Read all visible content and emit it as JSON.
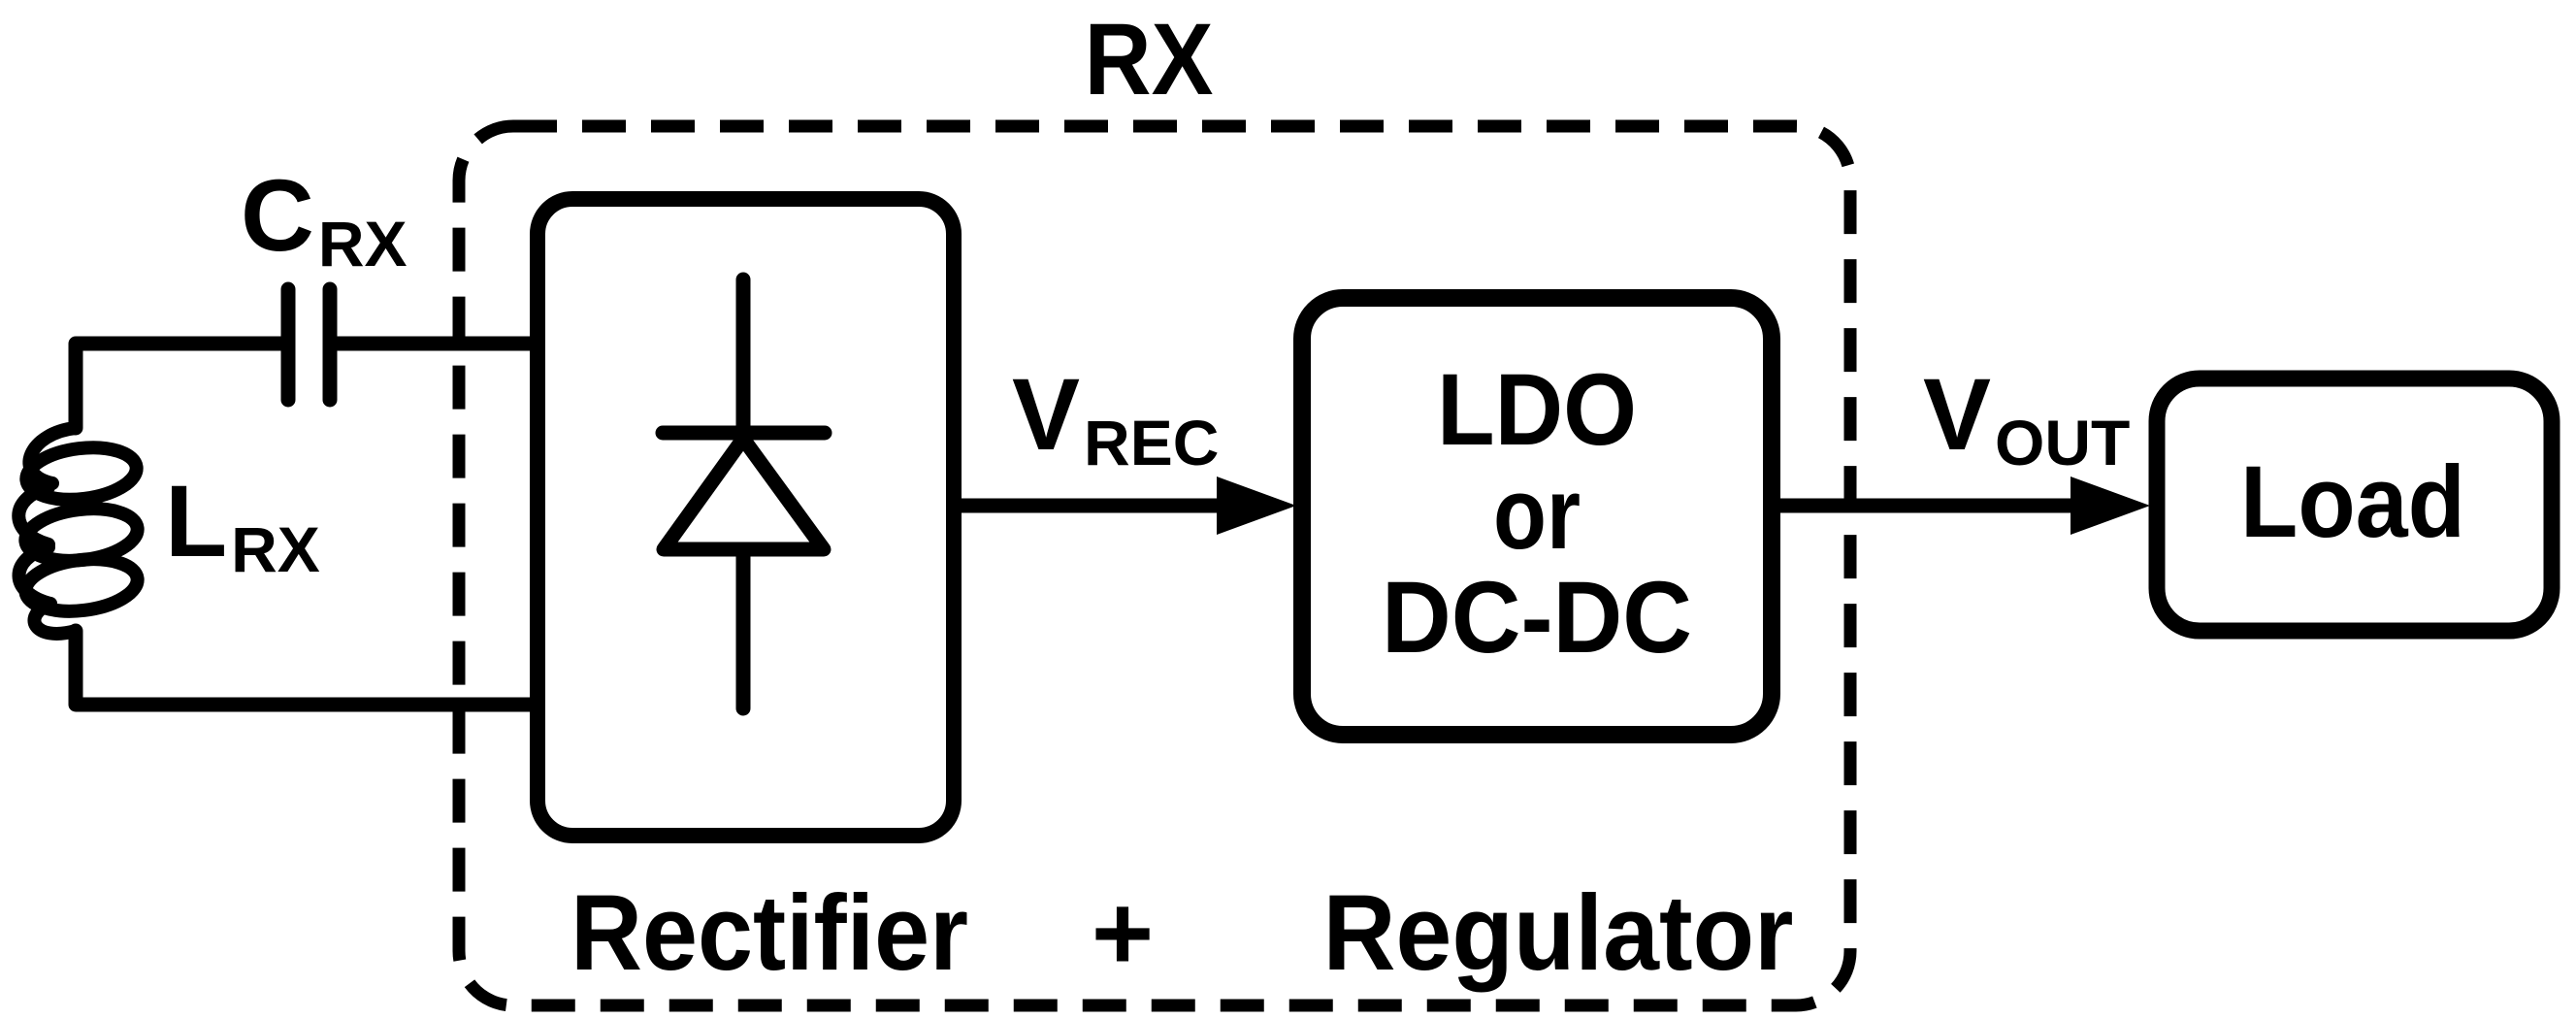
{
  "diagram": {
    "title": "RX",
    "colors": {
      "ink": "#000000",
      "background": "#ffffff"
    },
    "source": {
      "cap": {
        "main": "C",
        "sub": "RX"
      },
      "ind": {
        "main": "L",
        "sub": "RX"
      }
    },
    "signals": {
      "v_rec": {
        "main": "V",
        "sub": "REC"
      },
      "v_out": {
        "main": "V",
        "sub": "OUT"
      }
    },
    "blocks": {
      "rectifier": {
        "caption": "Rectifier"
      },
      "regulator": {
        "caption": "Regulator",
        "lines": [
          "LDO",
          "or",
          "DC-DC"
        ]
      },
      "load": {
        "label": "Load"
      }
    },
    "captions": {
      "plus": "+"
    }
  }
}
